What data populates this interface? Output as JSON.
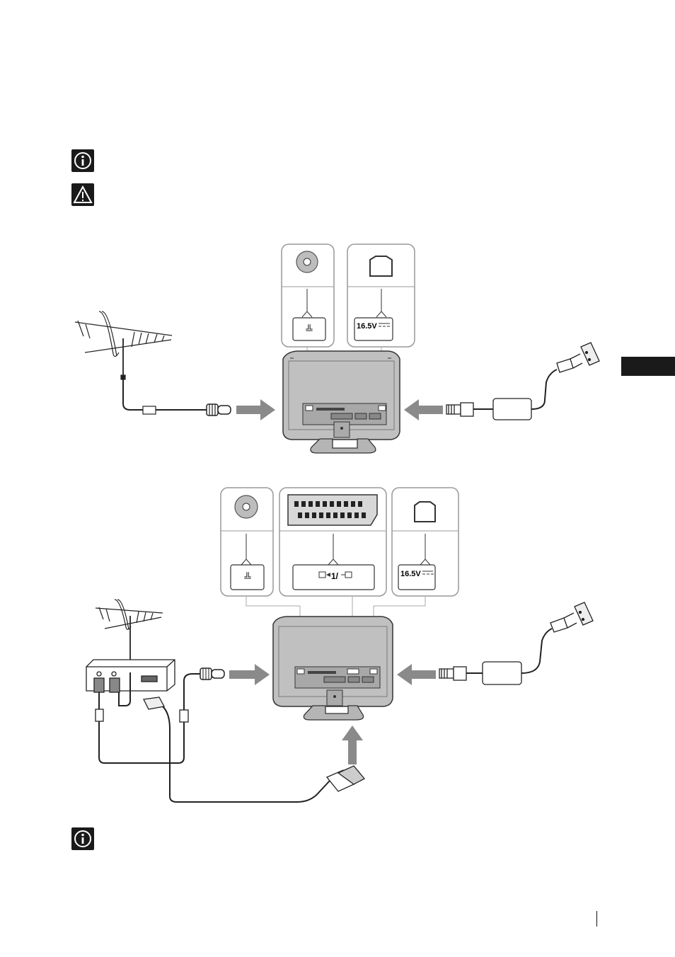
{
  "page": {
    "info_icon": "info-icon",
    "warning_icon": "warning-icon",
    "language_tab_color": "#1a1a1a"
  },
  "diagram1": {
    "antenna_label": "╩",
    "power_label": "16.5V"
  },
  "diagram2": {
    "antenna_label": "╩",
    "scart_label": "1/",
    "power_label": "16.5V"
  }
}
